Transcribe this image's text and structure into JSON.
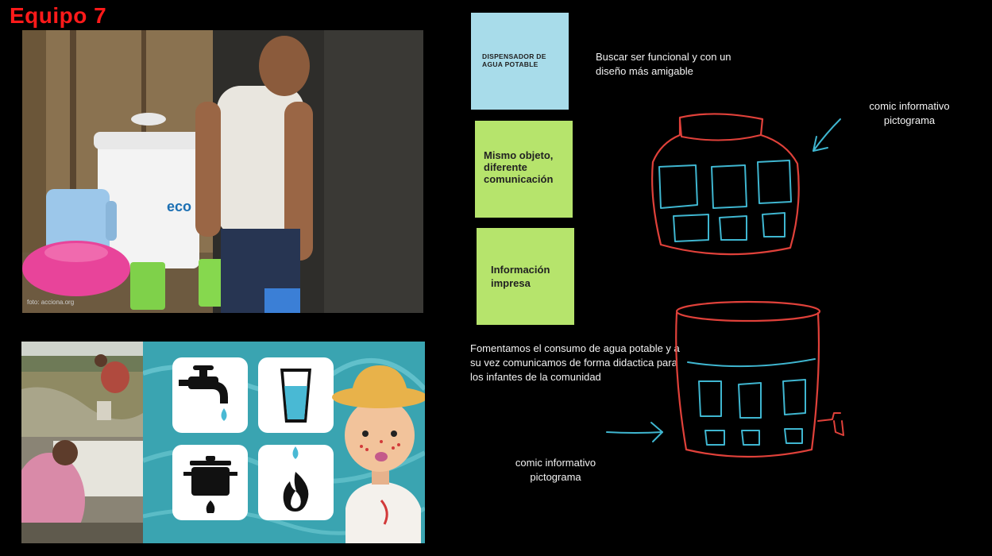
{
  "header": {
    "title": "Equipo 7"
  },
  "photo_main": {
    "credit": "foto: acciona.org",
    "brand_text": "eco"
  },
  "stickies": {
    "dispenser": "DISPENSADOR DE AGUA POTABLE",
    "same_object": "Mismo objeto, diferente comunicación",
    "printed_info": "Información impresa"
  },
  "notes": {
    "goal": "Buscar ser funcional y con un diseño más amigable",
    "comic_top": "comic informativo pictograma",
    "foment": "Fomentamos el consumo de agua potable y a su vez comunicamos de forma didactica para los infantes de la comunidad",
    "comic_bottom": "comic informativo pictograma"
  },
  "pictograms": [
    "faucet-icon",
    "glass-icon",
    "pot-icon",
    "fire-icon"
  ],
  "colors": {
    "title": "#ff1a1a",
    "sketch_red": "#e0413a",
    "sketch_cyan": "#3fb6d0",
    "sticky_blue": "#a8dcea",
    "sticky_green": "#b6e46c"
  }
}
